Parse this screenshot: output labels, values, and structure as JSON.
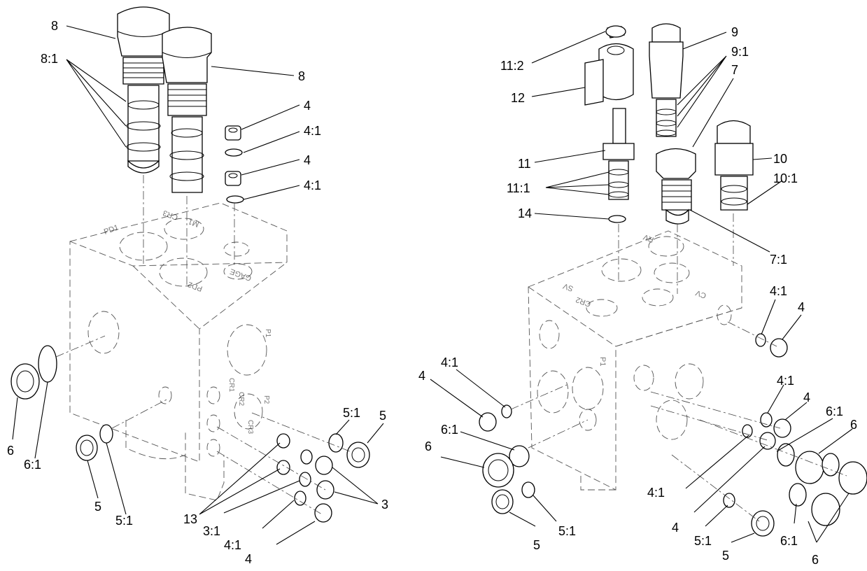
{
  "callouts": [
    {
      "id": "c-8a",
      "text": "8"
    },
    {
      "id": "c-8-1",
      "text": "8:1"
    },
    {
      "id": "c-8b",
      "text": "8"
    },
    {
      "id": "c-4a",
      "text": "4"
    },
    {
      "id": "c-4-1a",
      "text": "4:1"
    },
    {
      "id": "c-4b",
      "text": "4"
    },
    {
      "id": "c-4-1b",
      "text": "4:1"
    },
    {
      "id": "c-6a",
      "text": "6"
    },
    {
      "id": "c-6-1a",
      "text": "6:1"
    },
    {
      "id": "c-5a",
      "text": "5"
    },
    {
      "id": "c-5-1a",
      "text": "5:1"
    },
    {
      "id": "c-5-1b",
      "text": "5:1"
    },
    {
      "id": "c-5b",
      "text": "5"
    },
    {
      "id": "c-13",
      "text": "13"
    },
    {
      "id": "c-3-1",
      "text": "3:1"
    },
    {
      "id": "c-4-1c",
      "text": "4:1"
    },
    {
      "id": "c-4c",
      "text": "4"
    },
    {
      "id": "c-3",
      "text": "3"
    },
    {
      "id": "c-11-2",
      "text": "11:2"
    },
    {
      "id": "c-12",
      "text": "12"
    },
    {
      "id": "c-9",
      "text": "9"
    },
    {
      "id": "c-9-1",
      "text": "9:1"
    },
    {
      "id": "c-7",
      "text": "7"
    },
    {
      "id": "c-11",
      "text": "11"
    },
    {
      "id": "c-11-1",
      "text": "11:1"
    },
    {
      "id": "c-10",
      "text": "10"
    },
    {
      "id": "c-10-1",
      "text": "10:1"
    },
    {
      "id": "c-14",
      "text": "14"
    },
    {
      "id": "c-7-1",
      "text": "7:1"
    },
    {
      "id": "c-4-1d",
      "text": "4:1"
    },
    {
      "id": "c-4d",
      "text": "4"
    },
    {
      "id": "c-4-1e",
      "text": "4:1"
    },
    {
      "id": "c-4e",
      "text": "4"
    },
    {
      "id": "c-6-1b",
      "text": "6:1"
    },
    {
      "id": "c-6b",
      "text": "6"
    },
    {
      "id": "c-4f",
      "text": "4"
    },
    {
      "id": "c-4-1f",
      "text": "4:1"
    },
    {
      "id": "c-6-1c",
      "text": "6:1"
    },
    {
      "id": "c-6c",
      "text": "6"
    },
    {
      "id": "c-5c",
      "text": "5"
    },
    {
      "id": "c-5-1c",
      "text": "5:1"
    },
    {
      "id": "c-4-1g",
      "text": "4:1"
    },
    {
      "id": "c-4g",
      "text": "4"
    },
    {
      "id": "c-5-1d",
      "text": "5:1"
    },
    {
      "id": "c-5d",
      "text": "5"
    },
    {
      "id": "c-6-1d",
      "text": "6:1"
    },
    {
      "id": "c-6d",
      "text": "6"
    }
  ],
  "port_labels": {
    "left": [
      "PD1",
      "CR3",
      "M1",
      "PD2",
      "GAGE",
      "CR1",
      "CR2",
      "CR3",
      "P2",
      "P1"
    ],
    "right": [
      "SV",
      "CR2",
      "CV",
      "RV",
      "P1"
    ]
  }
}
